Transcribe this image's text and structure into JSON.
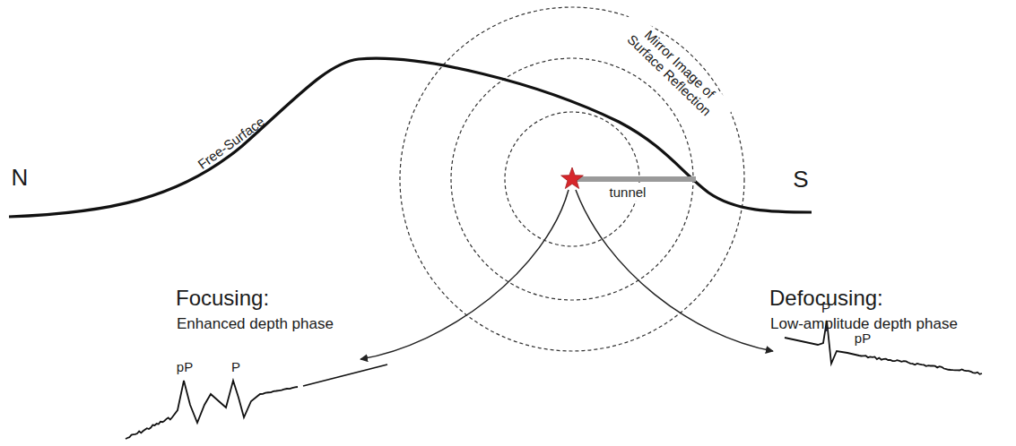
{
  "diagram": {
    "labels": [
      "N",
      "Free-Surface",
      "Mirror Image of Surface Reflection",
      "tunnel",
      "S",
      "Focusing:",
      "Enhanced depth phase",
      "Defocusing:",
      "Low-amplitude depth phase",
      "pP",
      "P",
      "P",
      "pP"
    ]
  }
}
